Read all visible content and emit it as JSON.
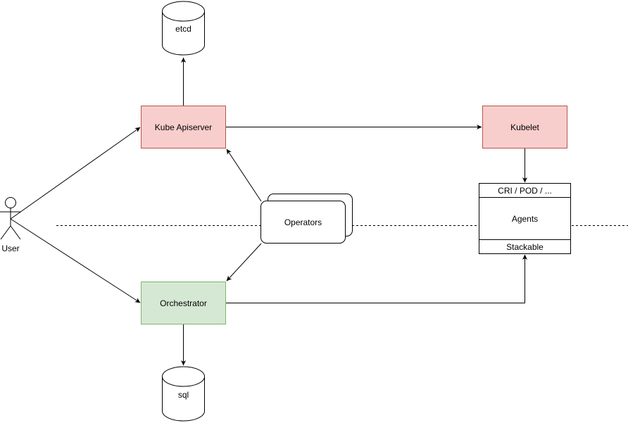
{
  "colors": {
    "stroke": "#000000",
    "red_fill": "#f8cecc",
    "red_stroke": "#b85450",
    "green_fill": "#d5e8d4",
    "green_stroke": "#82b366",
    "background": "#ffffff"
  },
  "actor": {
    "label": "User",
    "icon": "stick-figure-icon"
  },
  "nodes": {
    "etcd": {
      "label": "etcd",
      "shape": "cylinder"
    },
    "apiserver": {
      "label": "Kube Apiserver"
    },
    "kubelet": {
      "label": "Kubelet"
    },
    "operators": {
      "label": "Operators",
      "shape": "stacked-rounded-rectangle"
    },
    "orchestrator": {
      "label": "Orchestrator"
    },
    "sql": {
      "label": "sql",
      "shape": "cylinder"
    },
    "agents_stack": {
      "header": "CRI / POD / ...",
      "body": "Agents",
      "footer": "Stackable"
    }
  },
  "edges": [
    {
      "from": "User",
      "to": "Kube Apiserver"
    },
    {
      "from": "User",
      "to": "Orchestrator"
    },
    {
      "from": "Kube Apiserver",
      "to": "etcd"
    },
    {
      "from": "Kube Apiserver",
      "to": "Kubelet"
    },
    {
      "from": "Operators",
      "to": "Kube Apiserver"
    },
    {
      "from": "Operators",
      "to": "Orchestrator"
    },
    {
      "from": "Kubelet",
      "to": "CRI / POD / ..."
    },
    {
      "from": "Orchestrator",
      "to": "Stackable"
    },
    {
      "from": "Orchestrator",
      "to": "sql"
    }
  ],
  "divider": {
    "style": "dashed"
  }
}
